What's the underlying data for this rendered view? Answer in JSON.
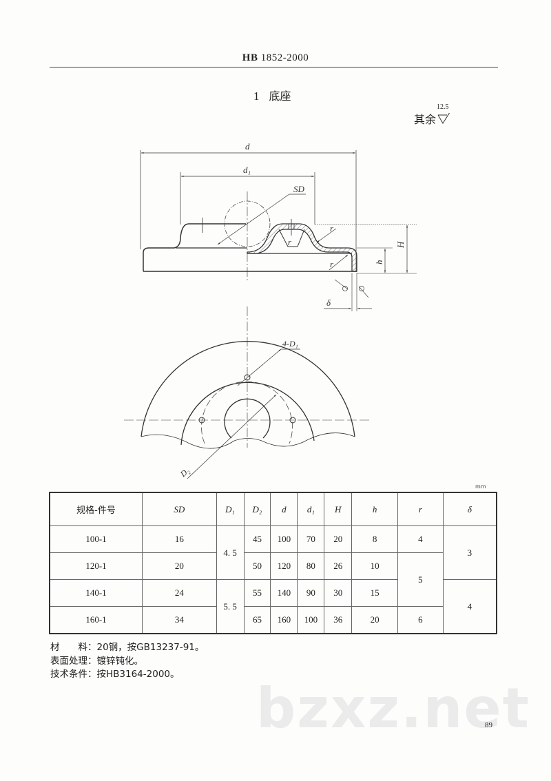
{
  "header": {
    "code_prefix": "HB",
    "code_number": "1852-2000"
  },
  "section": {
    "number": "1",
    "title": "底座"
  },
  "roughness": {
    "label": "其余",
    "value": "12.5",
    "symbol": "surface-roughness-triangle"
  },
  "drawing": {
    "section_view_labels": {
      "d": "d",
      "d1": "d₁",
      "SD": "SD",
      "r_inner": "r",
      "r_outer_top": "r",
      "r_outer_bottom": "r",
      "H": "H",
      "h": "h",
      "delta": "δ"
    },
    "plan_view_labels": {
      "holes": "4-D₁",
      "D2": "D₂"
    }
  },
  "table": {
    "unit": "mm",
    "headers": [
      "规格-件号",
      "SD",
      "D₁",
      "D₂",
      "d",
      "d₁",
      "H",
      "h",
      "r",
      "δ"
    ],
    "rows": [
      {
        "spec": "100-1",
        "SD": "16",
        "D1": "4.5",
        "D2": "45",
        "d": "100",
        "d1": "70",
        "H": "20",
        "h": "8",
        "r": "4",
        "delta": "3"
      },
      {
        "spec": "120-1",
        "SD": "20",
        "D1": "4.5",
        "D2": "50",
        "d": "120",
        "d1": "80",
        "H": "26",
        "h": "10",
        "r": "5",
        "delta": "3"
      },
      {
        "spec": "140-1",
        "SD": "24",
        "D1": "5.5",
        "D2": "55",
        "d": "140",
        "d1": "90",
        "H": "30",
        "h": "15",
        "r": "5",
        "delta": "4"
      },
      {
        "spec": "160-1",
        "SD": "34",
        "D1": "5.5",
        "D2": "65",
        "d": "160",
        "d1": "100",
        "H": "36",
        "h": "20",
        "r": "6",
        "delta": "4"
      }
    ],
    "merged": {
      "D1_a": "4. 5",
      "D1_b": "5. 5",
      "r_mid": "5",
      "delta_a": "3",
      "delta_b": "4"
    }
  },
  "notes": [
    {
      "label": "材　　料：",
      "text": "20钢，按GB13237-91。"
    },
    {
      "label": "表面处理：",
      "text": "镀锌钝化。"
    },
    {
      "label": "技术条件：",
      "text": "按HB3164-2000。"
    }
  ],
  "watermark": "bzxz.net",
  "page_number": "89"
}
